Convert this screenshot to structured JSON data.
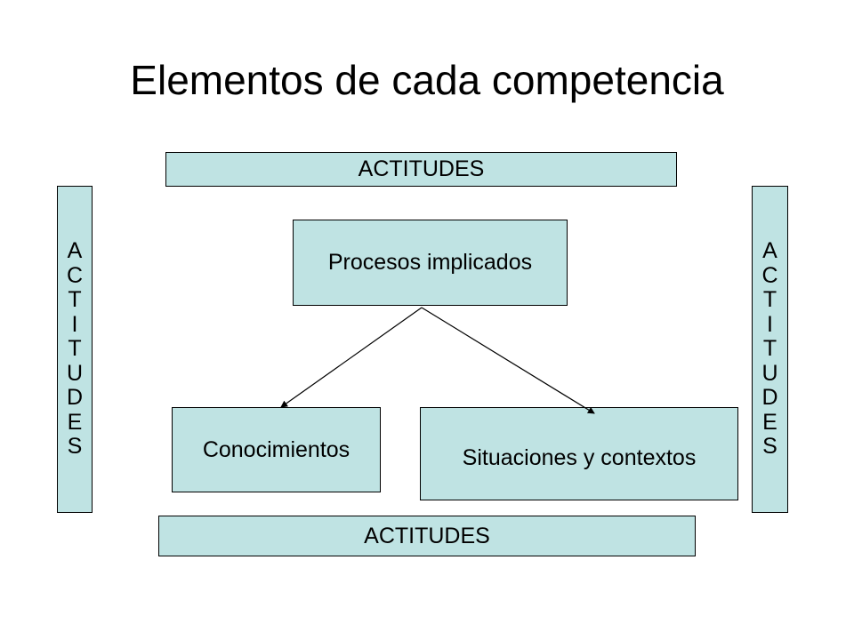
{
  "title": "Elementos de cada competencia",
  "colors": {
    "box_fill": "#bfe3e3",
    "border": "#000000",
    "text": "#000000",
    "background": "#ffffff"
  },
  "bars": {
    "top": "ACTITUDES",
    "bottom": "ACTITUDES",
    "left": [
      "A",
      "C",
      "T",
      "I",
      "T",
      "U",
      "D",
      "E",
      "S"
    ],
    "right": [
      "A",
      "C",
      "T",
      "I",
      "T",
      "U",
      "D",
      "E",
      "S"
    ]
  },
  "nodes": {
    "procesos": "Procesos implicados",
    "conocimientos": "Conocimientos",
    "situaciones": "Situaciones y contextos"
  },
  "edges": [
    {
      "from": "Procesos implicados",
      "to": "Conocimientos"
    },
    {
      "from": "Procesos implicados",
      "to": "Situaciones y contextos"
    }
  ]
}
